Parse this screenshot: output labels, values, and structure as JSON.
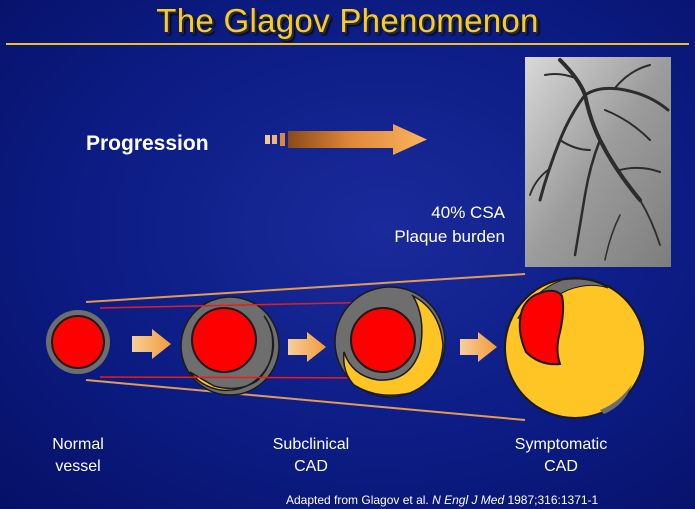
{
  "slide": {
    "title": "The Glagov Phenomenon",
    "progression_label": "Progression",
    "plaque_burden_line1": "40% CSA",
    "plaque_burden_line2": "Plaque burden",
    "stage_labels": [
      {
        "line1": "Normal",
        "line2": "vessel"
      },
      {
        "line1": "Subclinical",
        "line2": "CAD"
      },
      {
        "line1": "Symptomatic",
        "line2": "CAD"
      }
    ],
    "citation_prefix": "Adapted from Glagov et al. ",
    "citation_journal": "N Engl J Med",
    "citation_suffix": " 1987;316:1371-1"
  },
  "colors": {
    "background": "#0c1c84",
    "title": "#f6cc2a",
    "lumen_red": "#ff0000",
    "plaque_yellow": "#ffc524",
    "vessel_wall_gray": "#6e6e6e",
    "arrow_orange": "#f09a3a"
  },
  "image": {
    "angiogram": "coronary-angiogram-xray"
  }
}
